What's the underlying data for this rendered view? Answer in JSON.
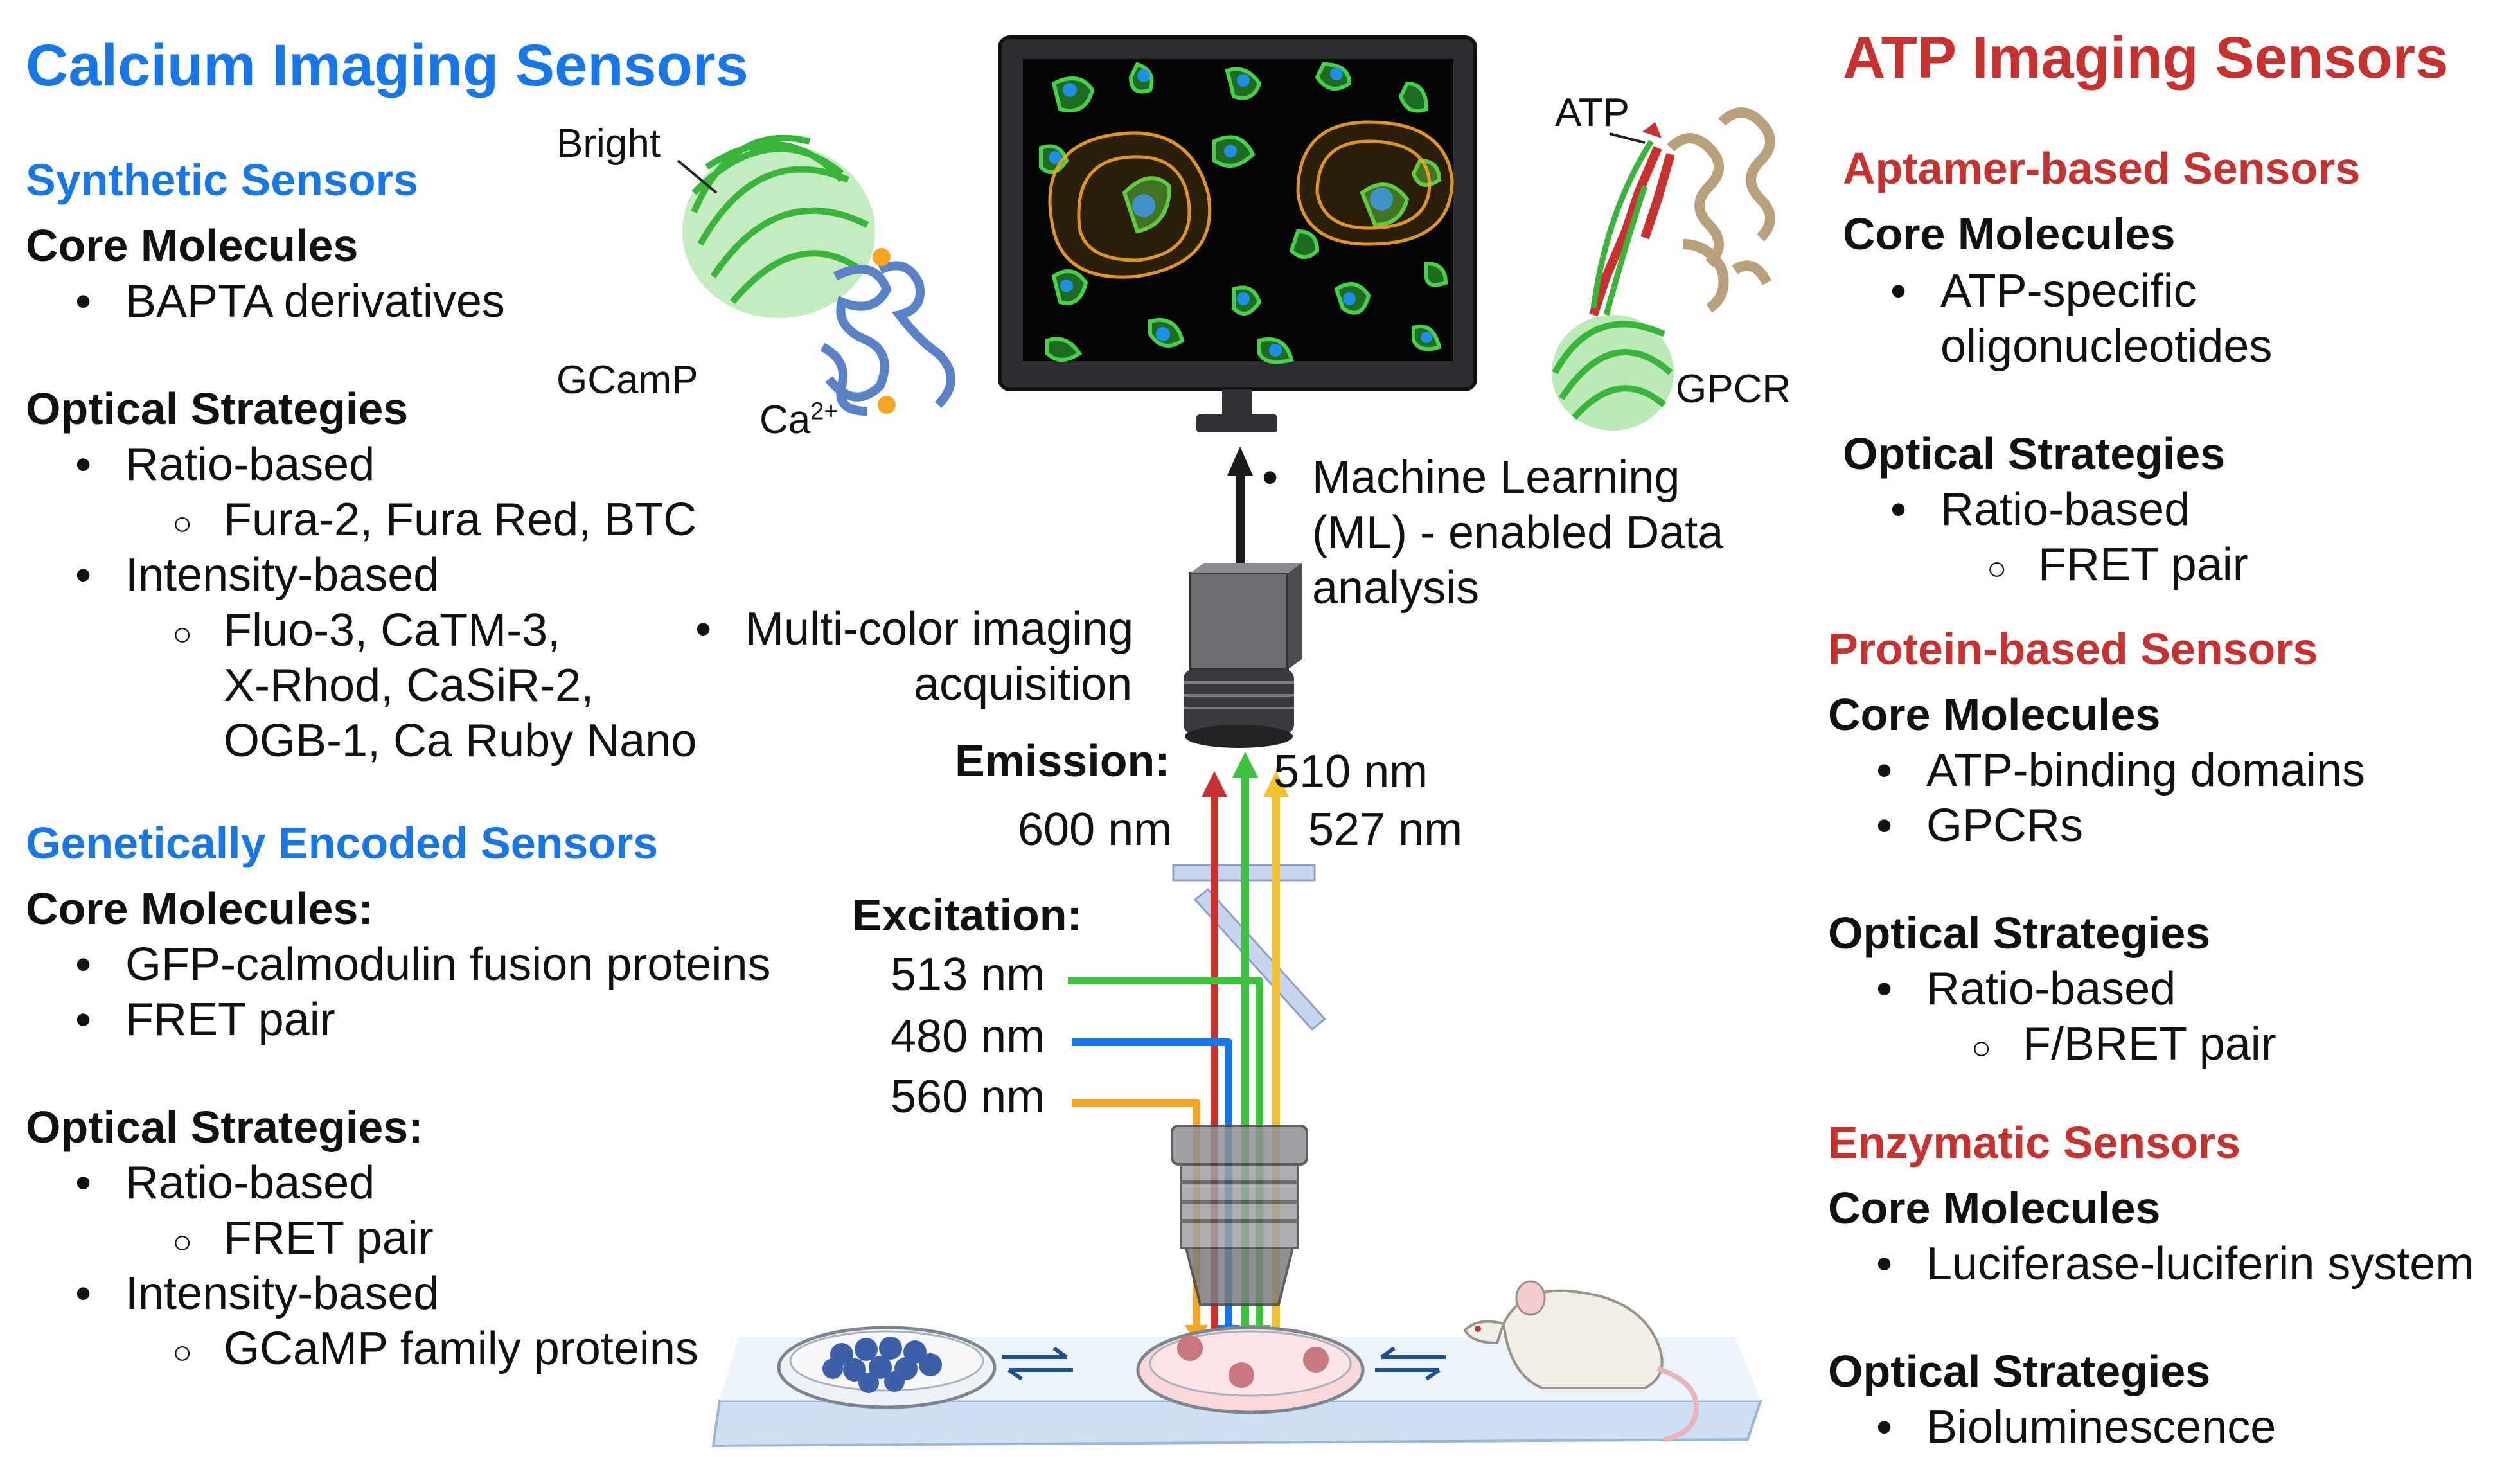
{
  "colors": {
    "calcium_blue": "#1877e8",
    "atp_red": "#c8312e",
    "laser_red": "#c8312e",
    "laser_green": "#3cc43c",
    "laser_yellow": "#f2c12e",
    "laser_blue": "#1877e8",
    "laser_orange": "#f5a623"
  },
  "calcium": {
    "title": "Calcium Imaging Sensors",
    "synthetic": {
      "heading": "Synthetic Sensors",
      "core_label": "Core Molecules",
      "core_items": [
        "BAPTA derivatives"
      ],
      "optical_label": "Optical Strategies",
      "ratio": "Ratio-based",
      "ratio_items": "Fura-2, Fura Red, BTC",
      "intensity": "Intensity-based",
      "intensity_items": [
        "Fluo-3, CaTM-3,",
        "X-Rhod, CaSiR-2,",
        "OGB-1, Ca Ruby Nano"
      ]
    },
    "genetic": {
      "heading": "Genetically Encoded Sensors",
      "core_label": "Core Molecules:",
      "core_items": [
        "GFP-calmodulin fusion proteins",
        "FRET pair"
      ],
      "optical_label": "Optical Strategies:",
      "ratio": "Ratio-based",
      "ratio_item": "FRET pair",
      "intensity": "Intensity-based",
      "intensity_item": "GCaMP family proteins"
    }
  },
  "atp": {
    "title": "ATP Imaging Sensors",
    "aptamer": {
      "heading": "Aptamer-based Sensors",
      "core_label": "Core Molecules",
      "core_items": [
        "ATP-specific",
        "oligonucleotides"
      ],
      "optical_label": "Optical Strategies",
      "ratio": "Ratio-based",
      "ratio_item": "FRET pair"
    },
    "protein": {
      "heading": "Protein-based Sensors",
      "core_label": "Core Molecules",
      "core_items": [
        "ATP-binding domains",
        "GPCRs"
      ],
      "optical_label": "Optical Strategies",
      "ratio": "Ratio-based",
      "ratio_item": "F/BRET pair"
    },
    "enzymatic": {
      "heading": "Enzymatic Sensors",
      "core_label": "Core Molecules",
      "core_items": [
        "Luciferase-luciferin system"
      ],
      "optical_label": "Optical Strategies",
      "item": "Bioluminescence"
    }
  },
  "center": {
    "protein_labels": {
      "bright": "Bright",
      "gcamp": "GCamP",
      "ca": "Ca",
      "ca_sup": "2+",
      "atp": "ATP",
      "gpcr": "GPCR"
    },
    "ml_text": [
      "Machine Learning",
      "(ML) - enabled Data",
      "analysis"
    ],
    "multicolor_text": [
      "Multi-color imaging",
      "acquisition"
    ],
    "emission_label": "Emission:",
    "emission": {
      "nm600": "600 nm",
      "nm510": "510 nm",
      "nm527": "527 nm"
    },
    "excitation_label": "Excitation:",
    "excitation": [
      "513 nm",
      "480 nm",
      "560 nm"
    ]
  }
}
